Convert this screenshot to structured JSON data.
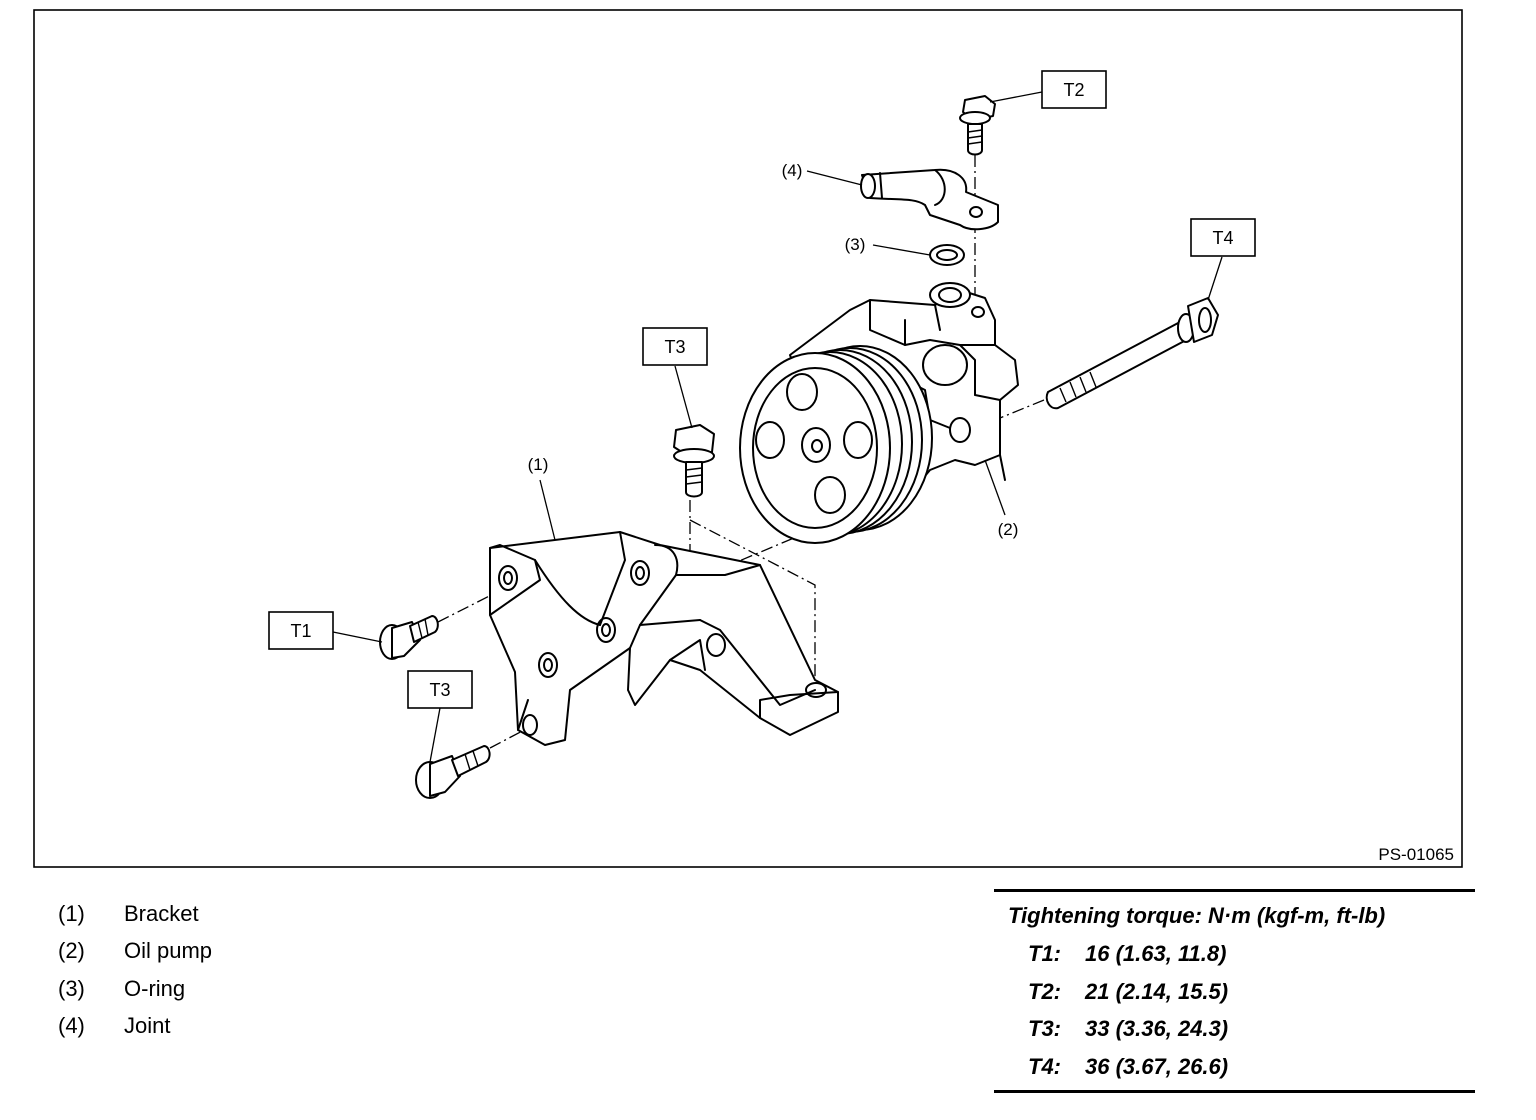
{
  "figure": {
    "code": "PS-01065",
    "callouts": {
      "t1": "T1",
      "t2": "T2",
      "t3_top": "T3",
      "t3_bottom": "T3",
      "t4": "T4"
    },
    "refs": {
      "r1": "(1)",
      "r2": "(2)",
      "r3": "(3)",
      "r4": "(4)"
    }
  },
  "legend": [
    {
      "num": "(1)",
      "name": "Bracket"
    },
    {
      "num": "(2)",
      "name": "Oil pump"
    },
    {
      "num": "(3)",
      "name": "O-ring"
    },
    {
      "num": "(4)",
      "name": "Joint"
    }
  ],
  "torque": {
    "title": "Tightening torque: N·m (kgf-m, ft-lb)",
    "rows": [
      {
        "code": "T1:",
        "value": "16 (1.63, 11.8)"
      },
      {
        "code": "T2:",
        "value": "21 (2.14, 15.5)"
      },
      {
        "code": "T3:",
        "value": "33 (3.36, 24.3)"
      },
      {
        "code": "T4:",
        "value": "36 (3.67, 26.6)"
      }
    ]
  }
}
